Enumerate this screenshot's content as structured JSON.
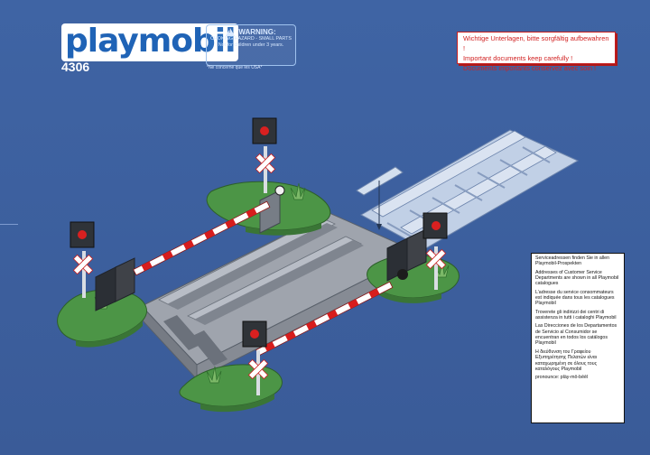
{
  "brand": {
    "logo": "playmobil",
    "product_number": "4306"
  },
  "warning": {
    "heading": "WARNING:",
    "line1": "CHOKING HAZARD - SMALL PARTS",
    "line2": "Not for children under 3 years.",
    "note": "*Ne concerne que les USA*"
  },
  "important_notice": {
    "line1": "Wichtige Unterlagen, bitte sorgfältig aufbewahren !",
    "line2": "Important documents keep carefully !",
    "line3": "Documents importants conservez avec soin !"
  },
  "service_info": [
    "Serviceadressen finden Sie in allen Playmobil-Prospekten",
    "Addresses of Customer Service Departments are shown in all Playmobil catalogues",
    "L’adresse du service consommateurs est indiquée dans tous les catalogues Playmobil",
    "Troverete gli indirizzi dei centri di assistenza in tutti i cataloghi Playmobil",
    "Las Direcciones de los Departamentos de Servicio al Consumidor se encuentran en todos los catálogos Playmobil",
    "Η διεύθυνση του Γραφείου Εξυπηρέτησης Πελατών είναι καταχωρημένη σε όλους τους καταλόγους Playmobil"
  ],
  "pronunciation": "pronounce: pläy-mō-bēēl",
  "colors": {
    "background": "#3f64a4",
    "logo_blue": "#1f63b6",
    "red_notice": "#d11f1f",
    "track_gray": "#a7adb7",
    "grass": "#3f8c3b"
  },
  "icons": {
    "warning": "warning-triangle-icon"
  }
}
